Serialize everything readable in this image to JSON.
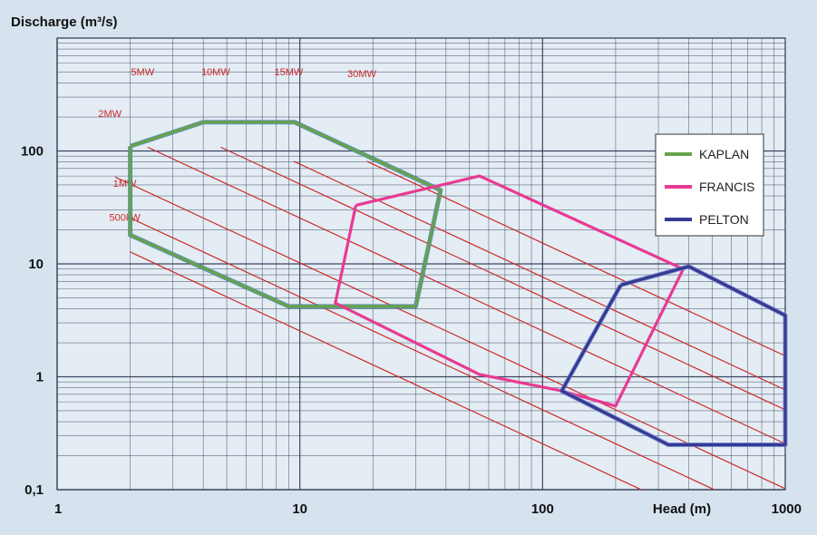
{
  "colors": {
    "background": "#d6e3ef",
    "plot_bg": "#e4ecf4",
    "grid": "#2a3550",
    "power_line": "#cc2a2a",
    "kaplan_fill": "#67a24a",
    "kaplan_edge": "#3f7fb0",
    "francis": "#e83a93",
    "pelton": "#363a92",
    "pelton_edge": "#6b7fd0"
  },
  "chart_data": {
    "type": "line",
    "xscale": "log",
    "yscale": "log",
    "xlim": [
      1,
      1000
    ],
    "ylim": [
      0.1,
      1000
    ],
    "xlabel": "Head (m)",
    "ylabel": "Discharge (m³/s)",
    "x_ticks": [
      {
        "value": 1,
        "label": "1"
      },
      {
        "value": 10,
        "label": "10"
      },
      {
        "value": 100,
        "label": "100"
      },
      {
        "value": 1000,
        "label": "1000"
      }
    ],
    "y_ticks": [
      {
        "value": 0.1,
        "label": "0,1"
      },
      {
        "value": 1,
        "label": "1"
      },
      {
        "value": 10,
        "label": "10"
      },
      {
        "value": 100,
        "label": "100"
      }
    ],
    "grid": true,
    "legend": "right",
    "power_lines": [
      {
        "label": "500kW",
        "q_at_h1": 25.5,
        "label_h": 1.9,
        "label_q": 24
      },
      {
        "label": "1MW",
        "q_at_h1": 51,
        "label_h": 1.9,
        "label_q": 48
      },
      {
        "label": "2MW",
        "q_at_h1": 102,
        "label_h": 1.65,
        "label_q": 200
      },
      {
        "label": "5MW",
        "q_at_h1": 255,
        "label_h": 2.25,
        "label_q": 470
      },
      {
        "label": "10MW",
        "q_at_h1": 510,
        "label_h": 4.5,
        "label_q": 470
      },
      {
        "label": "15MW",
        "q_at_h1": 765,
        "label_h": 9,
        "label_q": 470
      },
      {
        "label": "30MW",
        "q_at_h1": 1530,
        "label_h": 18,
        "label_q": 450
      }
    ],
    "series": [
      {
        "name": "KAPLAN",
        "color": "#67a24a",
        "x": [
          2,
          4,
          9.5,
          38,
          30,
          9,
          2,
          2
        ],
        "y": [
          110,
          180,
          180,
          45,
          4.2,
          4.2,
          18,
          110
        ]
      },
      {
        "name": "FRANCIS",
        "color": "#e83a93",
        "x": [
          17,
          55,
          380,
          200,
          120,
          55,
          14,
          17
        ],
        "y": [
          33,
          60,
          9,
          0.55,
          0.75,
          1.05,
          4.5,
          33
        ]
      },
      {
        "name": "PELTON",
        "color": "#363a92",
        "x": [
          210,
          400,
          1000,
          1000,
          330,
          120,
          210
        ],
        "y": [
          6.5,
          9.5,
          3.5,
          0.25,
          0.25,
          0.75,
          6.5
        ]
      }
    ]
  }
}
